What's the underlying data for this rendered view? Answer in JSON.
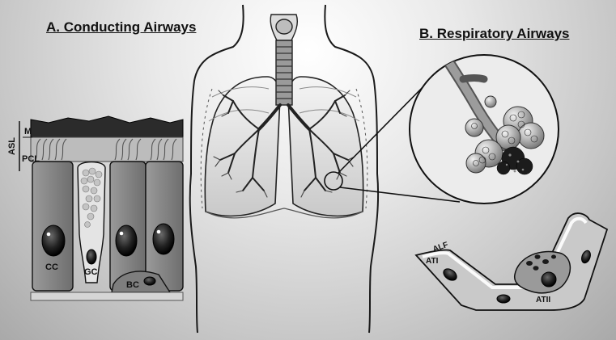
{
  "titles": {
    "conducting": "A. Conducting Airways",
    "respiratory": "B. Respiratory Airways"
  },
  "epithelium_labels": {
    "asl": "ASL",
    "mucus": "M",
    "pcl": "PCL",
    "ciliated_cell": "CC",
    "goblet_cell": "GC",
    "basal_cell": "BC"
  },
  "alveolus_labels": {
    "alf": "ALF",
    "type1": "ATI",
    "type2": "ATII"
  },
  "colors": {
    "background_light": "#ffffff",
    "background_dark": "#a9a9a9",
    "mucus": "#2b2b2b",
    "cell_fill": "#8a8a8a",
    "goblet_fill": "#e2e2e2",
    "nucleus": "#1a1a1a",
    "outline": "#111111"
  }
}
